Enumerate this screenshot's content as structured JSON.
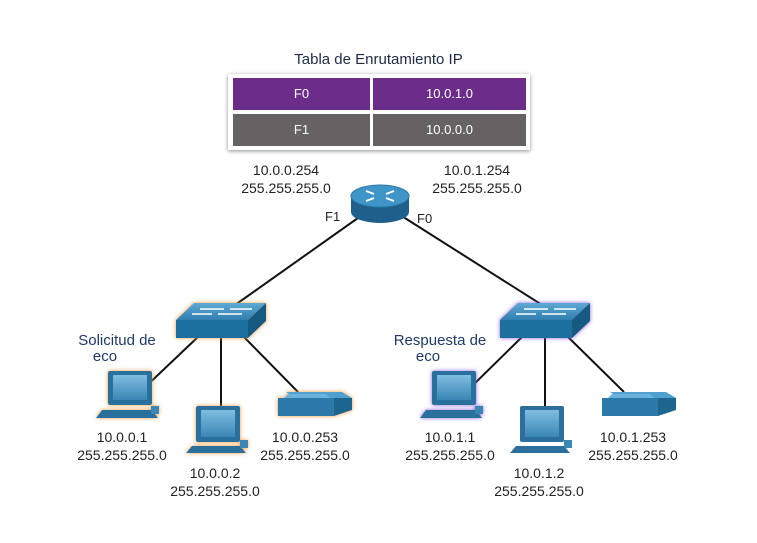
{
  "table": {
    "title": "Tabla de Enrutamiento IP",
    "rows": [
      {
        "iface": "F0",
        "network": "10.0.1.0"
      },
      {
        "iface": "F1",
        "network": "10.0.0.0"
      }
    ]
  },
  "router": {
    "left_ip": "10.0.0.254",
    "left_mask": "255.255.255.0",
    "right_ip": "10.0.1.254",
    "right_mask": "255.255.255.0",
    "left_iface": "F1",
    "right_iface": "F0"
  },
  "left_lan": {
    "caption_line1": "Solicitud de",
    "caption_line2": "eco",
    "pc1": {
      "ip": "10.0.0.1",
      "mask": "255.255.255.0"
    },
    "pc2": {
      "ip": "10.0.0.2",
      "mask": "255.255.255.0"
    },
    "printer": {
      "ip": "10.0.0.253",
      "mask": "255.255.255.0"
    }
  },
  "right_lan": {
    "caption_line1": "Respuesta de",
    "caption_line2": "eco",
    "pc1": {
      "ip": "10.0.1.1",
      "mask": "255.255.255.0"
    },
    "pc2": {
      "ip": "10.0.1.2",
      "mask": "255.255.255.0"
    },
    "printer": {
      "ip": "10.0.1.253",
      "mask": "255.255.255.0"
    }
  },
  "colors": {
    "table_purple": "#6b2c8a",
    "table_grey": "#666264",
    "device_blue": "#2a7aa8",
    "left_highlight": "#f29a3a",
    "right_highlight": "#8b5bd6"
  }
}
